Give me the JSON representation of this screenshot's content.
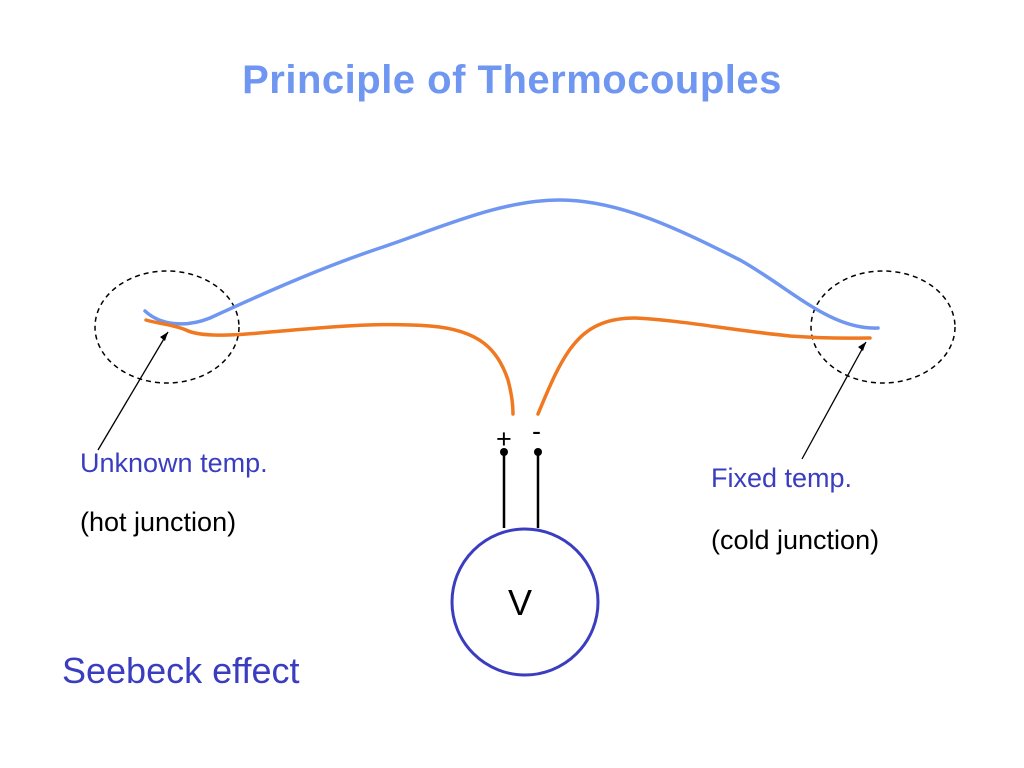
{
  "title": "Principle of Thermocouples",
  "hot_junction": {
    "label": "Unknown temp.",
    "sublabel": "(hot junction)"
  },
  "cold_junction": {
    "label": "Fixed temp.",
    "sublabel": "(cold junction)"
  },
  "meter": {
    "symbol": "V",
    "plus": "+",
    "minus": "-"
  },
  "effect_label": "Seebeck effect",
  "colors": {
    "title": "#6f96f0",
    "wire_a": "#6f96f0",
    "wire_b": "#f07820",
    "label_blue": "#3a3dbf",
    "meter_outline": "#3a3dbf"
  }
}
